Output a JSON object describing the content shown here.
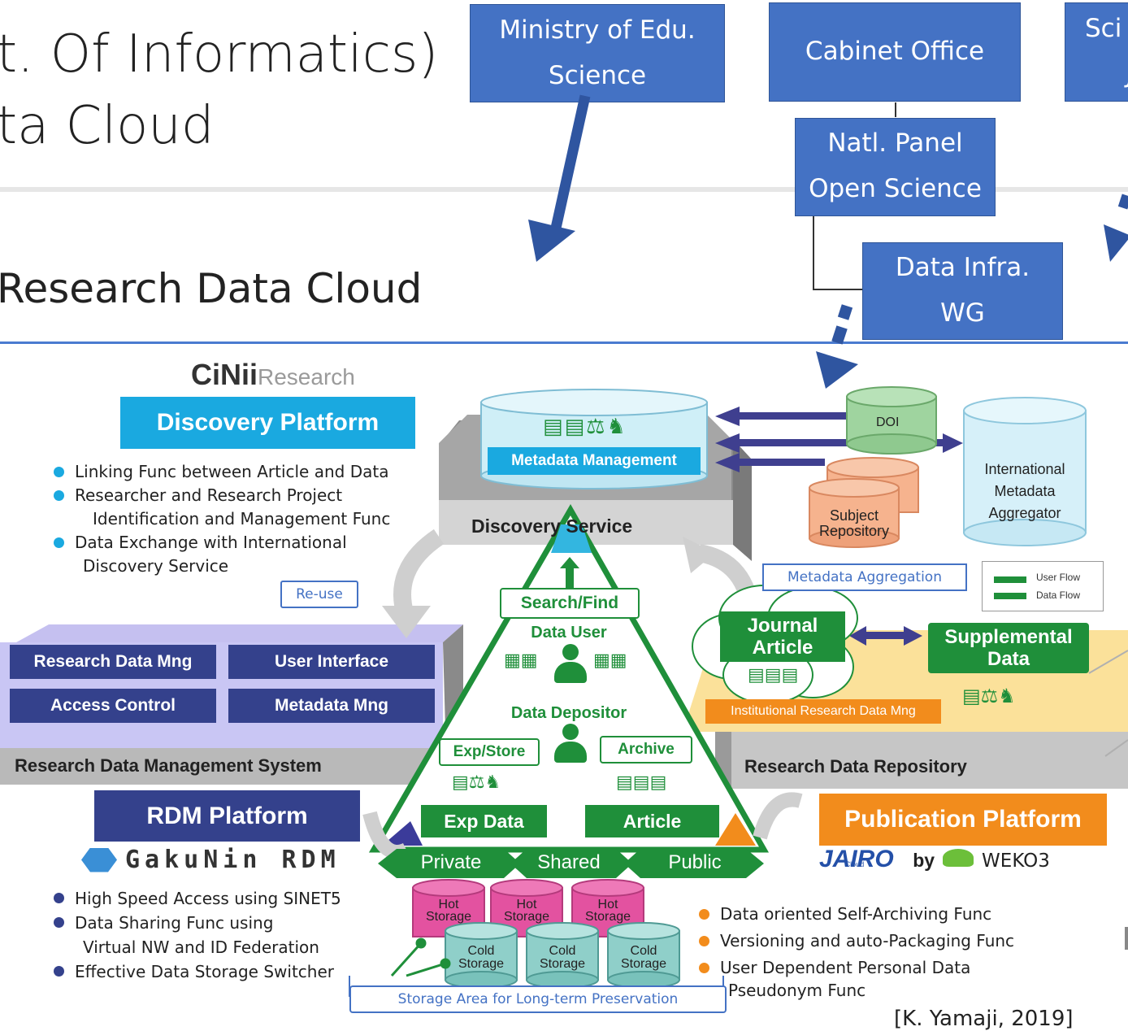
{
  "slide": {
    "title_line1": "t. Of Informatics)",
    "title_line2": "ta Cloud",
    "subtitle": "Research Data Cloud",
    "citation": "[K. Yamaji, 2019]"
  },
  "org_boxes": {
    "ministry_line1": "Ministry of Edu.",
    "ministry_line2": "Science",
    "cabinet": "Cabinet Office",
    "panel_line1": "Natl. Panel",
    "panel_line2": "Open Science",
    "datainfra_line1": "Data Infra.",
    "datainfra_line2": "WG",
    "sci_line1": "Sci",
    "sci_line2": "J"
  },
  "discovery": {
    "logo_main": "CiNii",
    "logo_sub": "Research",
    "platform": "Discovery Platform",
    "bullets": [
      "Linking Func between Article and Data",
      "Researcher and Research Project",
      "Identification and Management Func",
      "Data Exchange with International",
      "Discovery Service"
    ],
    "metadata_mgmt": "Metadata Management",
    "service": "Discovery Service",
    "reuse": "Re-use"
  },
  "external": {
    "doi": "DOI",
    "subject_line1": "Subject",
    "subject_line2": "Repository",
    "intl_line1": "International",
    "intl_line2": "Metadata",
    "intl_line3": "Aggregator",
    "aggregation": "Metadata Aggregation",
    "legend_user": "User Flow",
    "legend_data": "Data Flow"
  },
  "rdm": {
    "research_data_mng": "Research Data Mng",
    "user_interface": "User Interface",
    "access_control": "Access Control",
    "metadata_mng": "Metadata Mng",
    "system": "Research Data Management System",
    "platform": "RDM Platform",
    "logo": "GakuNin RDM",
    "bullets": [
      "High Speed Access using SINET5",
      "Data Sharing Func using",
      "Virtual NW and ID Federation",
      "Effective Data Storage Switcher"
    ]
  },
  "triangle": {
    "search_find": "Search/Find",
    "data_user": "Data User",
    "data_depositor": "Data Depositor",
    "exp_store": "Exp/Store",
    "archive": "Archive",
    "exp_data": "Exp Data",
    "article": "Article",
    "private": "Private",
    "shared": "Shared",
    "public": "Public"
  },
  "storage": {
    "hot_line1": "Hot",
    "hot_line2": "Storage",
    "cold_line1": "Cold",
    "cold_line2": "Storage",
    "longterm": "Storage Area for Long-term Preservation"
  },
  "repository": {
    "journal_line1": "Journal",
    "journal_line2": "Article",
    "supp_line1": "Supplemental",
    "supp_line2": "Data",
    "institutional": "Institutional Research Data Mng",
    "name": "Research Data Repository",
    "platform": "Publication Platform",
    "logo_jairo": "JAIRO",
    "logo_cloud": "Cloud",
    "logo_by": "by",
    "logo_weko": "WEKO3",
    "bullets": [
      "Data oriented Self-Archiving Func",
      "Versioning and auto-Packaging Func",
      "User Dependent Personal Data",
      "Pseudonym Func"
    ]
  },
  "colors": {
    "org_blue": "#4472c4",
    "navy": "#34418c",
    "cyan": "#1aa9e0",
    "green": "#1f8f3a",
    "orange": "#f28c1c",
    "pink": "#e0428a",
    "teal": "#7cc3c0"
  }
}
